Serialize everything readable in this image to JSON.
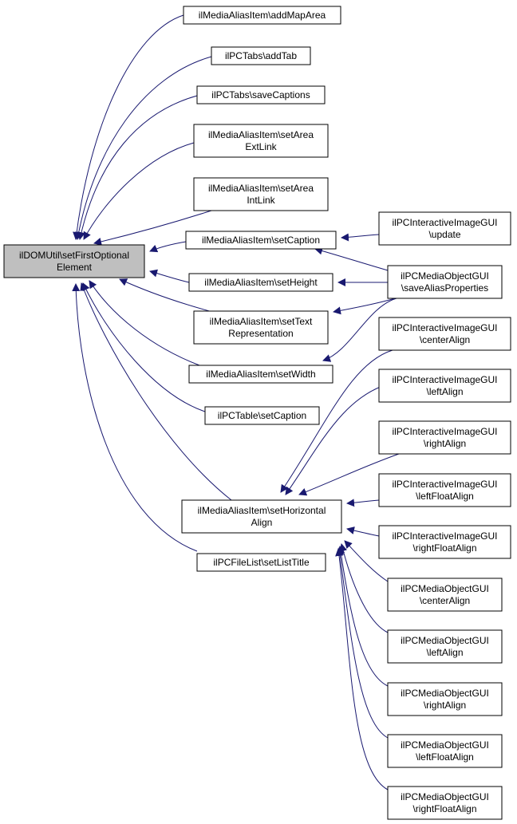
{
  "nodes": {
    "root": [
      "ilDOMUtil\\setFirstOptional",
      "Element"
    ],
    "addMapArea": [
      "ilMediaAliasItem\\addMapArea"
    ],
    "addTab": [
      "ilPCTabs\\addTab"
    ],
    "saveCaptions": [
      "ilPCTabs\\saveCaptions"
    ],
    "setAreaExtLink": [
      "ilMediaAliasItem\\setArea",
      "ExtLink"
    ],
    "setAreaIntLink": [
      "ilMediaAliasItem\\setArea",
      "IntLink"
    ],
    "setCaption": [
      "ilMediaAliasItem\\setCaption"
    ],
    "setHeight": [
      "ilMediaAliasItem\\setHeight"
    ],
    "setTextRep": [
      "ilMediaAliasItem\\setText",
      "Representation"
    ],
    "setWidth": [
      "ilMediaAliasItem\\setWidth"
    ],
    "tableSetCaption": [
      "ilPCTable\\setCaption"
    ],
    "setHorizontalAlign": [
      "ilMediaAliasItem\\setHorizontal",
      "Align"
    ],
    "setListTitle": [
      "ilPCFileList\\setListTitle"
    ],
    "iiUpdate": [
      "ilPCInteractiveImageGUI",
      "\\update"
    ],
    "moSaveAlias": [
      "ilPCMediaObjectGUI",
      "\\saveAliasProperties"
    ],
    "iiCenterAlign": [
      "ilPCInteractiveImageGUI",
      "\\centerAlign"
    ],
    "iiLeftAlign": [
      "ilPCInteractiveImageGUI",
      "\\leftAlign"
    ],
    "iiRightAlign": [
      "ilPCInteractiveImageGUI",
      "\\rightAlign"
    ],
    "iiLeftFloatAlign": [
      "ilPCInteractiveImageGUI",
      "\\leftFloatAlign"
    ],
    "iiRightFloatAlign": [
      "ilPCInteractiveImageGUI",
      "\\rightFloatAlign"
    ],
    "moCenterAlign": [
      "ilPCMediaObjectGUI",
      "\\centerAlign"
    ],
    "moLeftAlign": [
      "ilPCMediaObjectGUI",
      "\\leftAlign"
    ],
    "moRightAlign": [
      "ilPCMediaObjectGUI",
      "\\rightAlign"
    ],
    "moLeftFloatAlign": [
      "ilPCMediaObjectGUI",
      "\\leftFloatAlign"
    ],
    "moRightFloatAlign": [
      "ilPCMediaObjectGUI",
      "\\rightFloatAlign"
    ]
  },
  "edges": [
    [
      "addMapArea",
      "root"
    ],
    [
      "addTab",
      "root"
    ],
    [
      "saveCaptions",
      "root"
    ],
    [
      "setAreaExtLink",
      "root"
    ],
    [
      "setAreaIntLink",
      "root"
    ],
    [
      "setCaption",
      "root"
    ],
    [
      "setHeight",
      "root"
    ],
    [
      "setTextRep",
      "root"
    ],
    [
      "setWidth",
      "root"
    ],
    [
      "tableSetCaption",
      "root"
    ],
    [
      "setHorizontalAlign",
      "root"
    ],
    [
      "setListTitle",
      "root"
    ],
    [
      "iiUpdate",
      "setCaption"
    ],
    [
      "moSaveAlias",
      "setCaption"
    ],
    [
      "moSaveAlias",
      "setHeight"
    ],
    [
      "moSaveAlias",
      "setTextRep"
    ],
    [
      "moSaveAlias",
      "setWidth"
    ],
    [
      "iiCenterAlign",
      "setHorizontalAlign"
    ],
    [
      "iiLeftAlign",
      "setHorizontalAlign"
    ],
    [
      "iiRightAlign",
      "setHorizontalAlign"
    ],
    [
      "iiLeftFloatAlign",
      "setHorizontalAlign"
    ],
    [
      "iiRightFloatAlign",
      "setHorizontalAlign"
    ],
    [
      "moCenterAlign",
      "setHorizontalAlign"
    ],
    [
      "moLeftAlign",
      "setHorizontalAlign"
    ],
    [
      "moRightAlign",
      "setHorizontalAlign"
    ],
    [
      "moLeftFloatAlign",
      "setHorizontalAlign"
    ],
    [
      "moRightFloatAlign",
      "setHorizontalAlign"
    ]
  ],
  "colors": {
    "edge": "#191970",
    "root_fill": "#bfbfbf",
    "node_fill": "#ffffff",
    "node_stroke": "#000000"
  }
}
